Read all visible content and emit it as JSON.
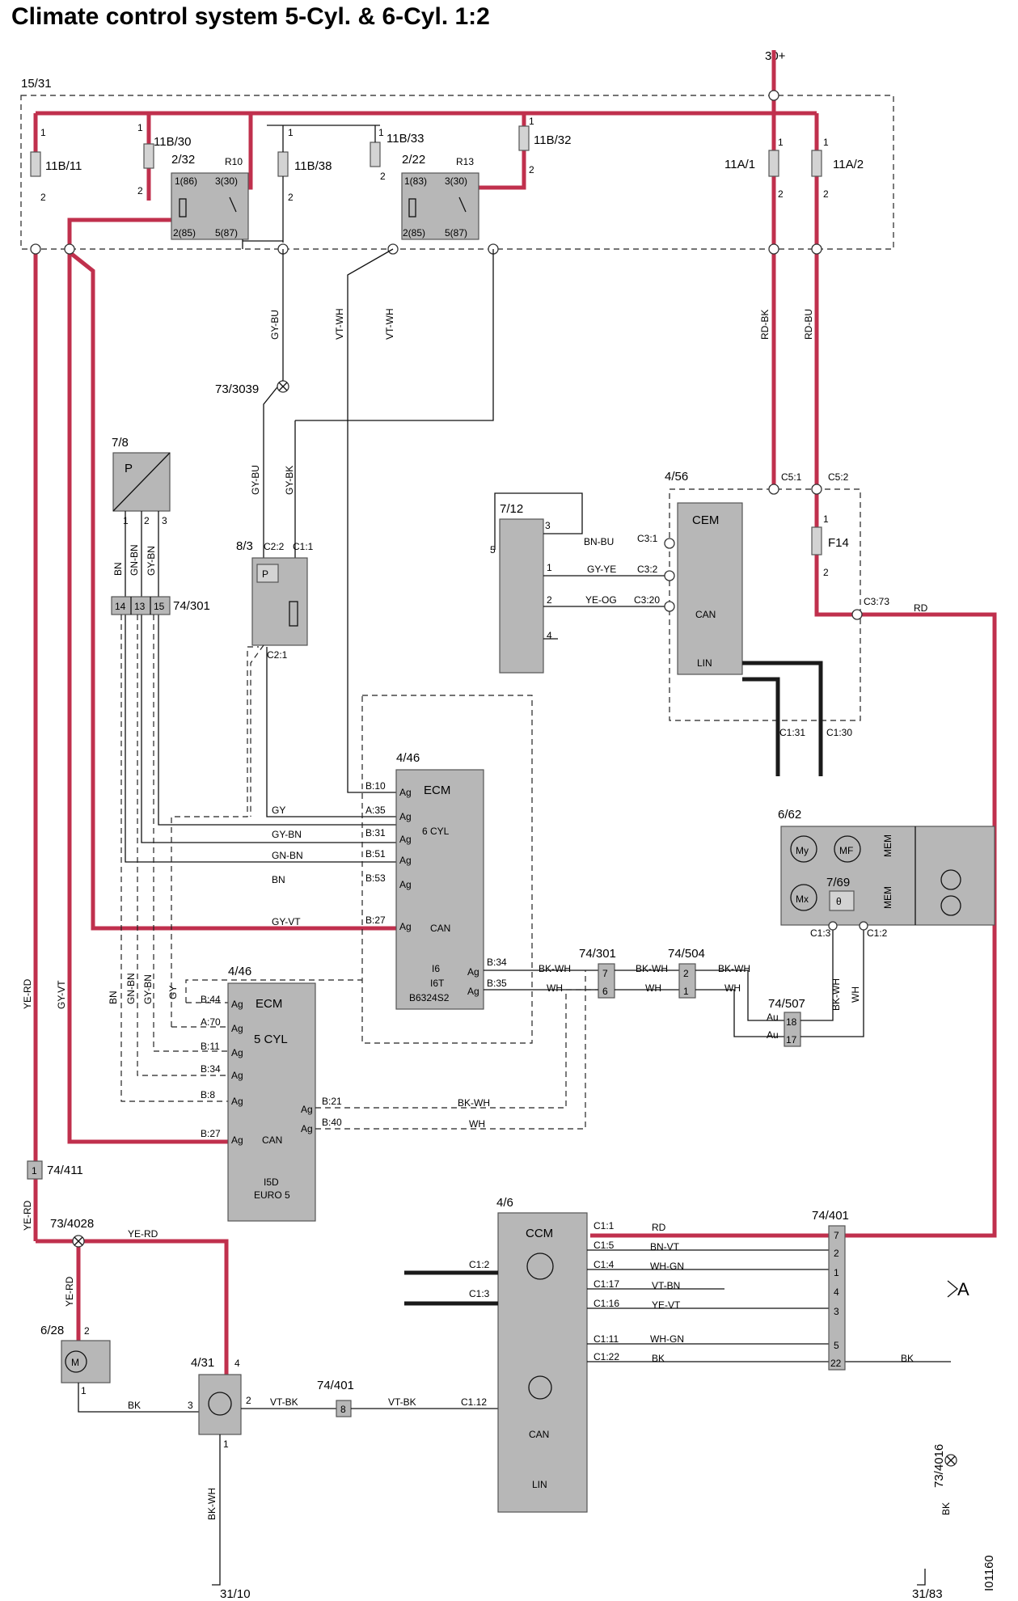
{
  "title": "Climate control system 5-Cyl. & 6-Cyl. 1:2",
  "corner_ref": "I01160",
  "continuation": "A",
  "supply": {
    "plus30": "30+",
    "box": "15/31"
  },
  "fuses": [
    {
      "id": "11B/11",
      "pin_top": "1",
      "pin_bottom": "2"
    },
    {
      "id": "11B/30",
      "pin_top": "1",
      "pin_bottom": "2"
    },
    {
      "id": "11B/38",
      "pin_top": "1",
      "pin_bottom": "2"
    },
    {
      "id": "11B/33",
      "pin_top": "1",
      "pin_bottom": "2"
    },
    {
      "id": "11B/32",
      "pin_top": "1",
      "pin_bottom": "2"
    },
    {
      "id": "11A/1",
      "pin_top": "1",
      "pin_bottom": "2"
    },
    {
      "id": "11A/2",
      "pin_top": "1",
      "pin_bottom": "2"
    },
    {
      "id": "F14",
      "pin_top": "1",
      "pin_bottom": "2"
    }
  ],
  "relays": [
    {
      "id": "2/32",
      "ref": "R10",
      "pins": [
        "1(86)",
        "3(30)",
        "2(85)",
        "5(87)"
      ]
    },
    {
      "id": "2/22",
      "ref": "R13",
      "pins": [
        "1(83)",
        "3(30)",
        "2(85)",
        "5(87)"
      ]
    }
  ],
  "components": {
    "pressure_sensor": {
      "id": "7/8",
      "symbol": "P",
      "pins": [
        "1",
        "2",
        "3"
      ]
    },
    "connector_74_301_left": {
      "id": "74/301",
      "pins": [
        "14",
        "13",
        "15"
      ]
    },
    "pressure_switch": {
      "id": "8/3",
      "symbol": "P",
      "c_top_left": "C2:2",
      "c_top_right": "C1:1",
      "c_bottom": "C2:1"
    },
    "ground_point_3039": {
      "id": "73/3039"
    },
    "switch_7_12": {
      "id": "7/12",
      "pins": [
        "3",
        "5",
        "1",
        "2",
        "4"
      ]
    },
    "cem": {
      "id": "4/56",
      "name": "CEM",
      "bus_can": "CAN",
      "bus_lin": "LIN",
      "c_left_1": "C3:1",
      "c_left_2": "C3:2",
      "c_left_3": "C3:20",
      "c_top_1": "C5:1",
      "c_top_2": "C5:2",
      "c_right": "C3:73",
      "c_bottom_1": "C1:31",
      "c_bottom_2": "C1:30"
    },
    "ecm6": {
      "id": "4/46",
      "name": "ECM",
      "variant": "6 CYL",
      "bus": "CAN",
      "engines": [
        "I6",
        "I6T",
        "B6324S2"
      ],
      "pin_tag": "Ag",
      "pins_left": [
        "B:10",
        "A:35",
        "B:31",
        "B:51",
        "B:53",
        "B:27"
      ],
      "pins_right": [
        "B:34",
        "B:35"
      ]
    },
    "ecm5": {
      "id": "4/46",
      "name": "ECM",
      "variant": "5 CYL",
      "bus": "CAN",
      "engines": [
        "I5D",
        "EURO 5"
      ],
      "pin_tag": "Ag",
      "pins_left": [
        "B:44",
        "A:70",
        "B:11",
        "B:34",
        "B:8",
        "B:27"
      ],
      "pins_right": [
        "B:21",
        "B:40"
      ]
    },
    "connector_74_301_mid": {
      "id": "74/301",
      "pins": [
        "7",
        "6"
      ]
    },
    "connector_74_504": {
      "id": "74/504",
      "pins": [
        "2",
        "1"
      ]
    },
    "connector_74_507": {
      "id": "74/507",
      "pins": [
        "18",
        "17"
      ],
      "pin_tag": "Au"
    },
    "actuator_6_62": {
      "id": "6/62",
      "motors": [
        "My",
        "MF",
        "Mx"
      ],
      "mem_label": "MEM"
    },
    "temp_sensor_7_69": {
      "id": "7/69",
      "symbol": "θ",
      "c1": "C1:3",
      "c2": "C1:2"
    },
    "ccm": {
      "id": "4/6",
      "name": "CCM",
      "bus_can": "CAN",
      "bus_lin": "LIN",
      "pins_left": [
        "C1:2",
        "C1:3",
        "C1.12"
      ],
      "pins_right": [
        "C1:1",
        "C1:5",
        "C1:4",
        "C1:17",
        "C1:16",
        "C1:11",
        "C1:22"
      ]
    },
    "connector_74_401_right": {
      "id": "74/401",
      "pins": [
        "7",
        "2",
        "1",
        "4",
        "3",
        "5",
        "22"
      ]
    },
    "connector_74_401_bottom": {
      "id": "74/401",
      "pin": "8"
    },
    "connector_74_411": {
      "id": "74/411",
      "pin": "1"
    },
    "ground_point_4028": {
      "id": "73/4028"
    },
    "fan_motor": {
      "id": "6/28",
      "symbol": "M",
      "pins": [
        "2",
        "1"
      ]
    },
    "fan_controller": {
      "id": "4/31",
      "pins": [
        "4",
        "3",
        "2",
        "1"
      ]
    },
    "ground_31_10": {
      "id": "31/10"
    },
    "ground_31_83": {
      "id": "31/83"
    },
    "ground_point_4016": {
      "id": "73/4016",
      "wire": "BK"
    }
  },
  "wires": {
    "gy_bu": "GY-BU",
    "vt_wh": "VT-WH",
    "rd_bk": "RD-BK",
    "rd_bu": "RD-BU",
    "gy_bk": "GY-BK",
    "bn": "BN",
    "gn_bn": "GN-BN",
    "gy_bn": "GY-BN",
    "gy": "GY",
    "gy_vt": "GY-VT",
    "ye_rd": "YE-RD",
    "bn_bu": "BN-BU",
    "gy_ye": "GY-YE",
    "ye_og": "YE-OG",
    "rd": "RD",
    "bk_wh": "BK-WH",
    "wh": "WH",
    "bk": "BK",
    "vt_bk": "VT-BK",
    "bn_vt": "BN-VT",
    "wh_gn": "WH-GN",
    "vt_bn": "VT-BN",
    "ye_vt": "YE-VT",
    "vt_wh_2": "VT-WH",
    "gy_vt_2": "GY-VT"
  },
  "colors": {
    "power_wire": "#c0304d",
    "component_fill": "#b7b7b7"
  }
}
